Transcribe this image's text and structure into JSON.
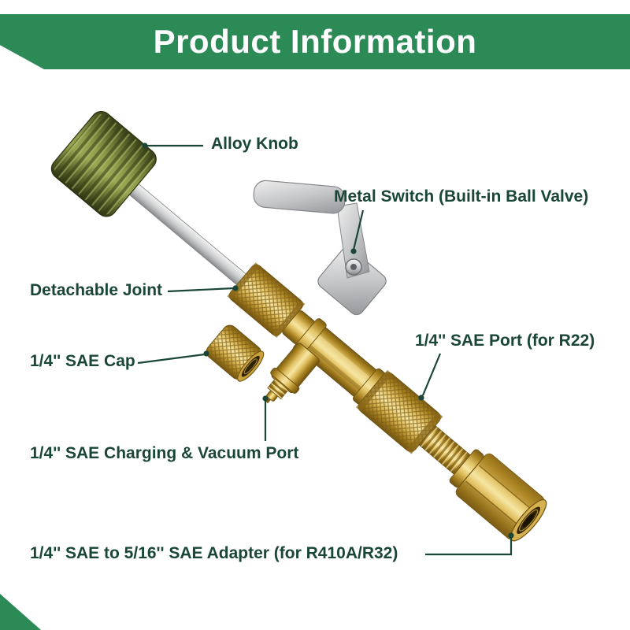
{
  "header": {
    "title": "Product Information"
  },
  "figure": {
    "labels": [
      {
        "id": "alloy-knob",
        "text": "Alloy Knob"
      },
      {
        "id": "metal-switch",
        "text": "Metal Switch (Built-in Ball Valve)"
      },
      {
        "id": "detachable-joint",
        "text": "Detachable Joint"
      },
      {
        "id": "sae-cap",
        "text": "1/4'' SAE Cap"
      },
      {
        "id": "sae-port-r22",
        "text": "1/4'' SAE Port (for R22)"
      },
      {
        "id": "charging-vacuum-port",
        "text": "1/4'' SAE Charging & Vacuum Port"
      },
      {
        "id": "adapter-r410a-r32",
        "text": "1/4'' SAE to 5/16'' SAE Adapter (for R410A/R32)"
      }
    ]
  },
  "colors": {
    "banner_green": "#2b8a56",
    "label_text_green": "#1a4637",
    "brass": "#c9a13b",
    "knob_olive": "#6d7636",
    "metal_silver": "#c6c7c9"
  }
}
